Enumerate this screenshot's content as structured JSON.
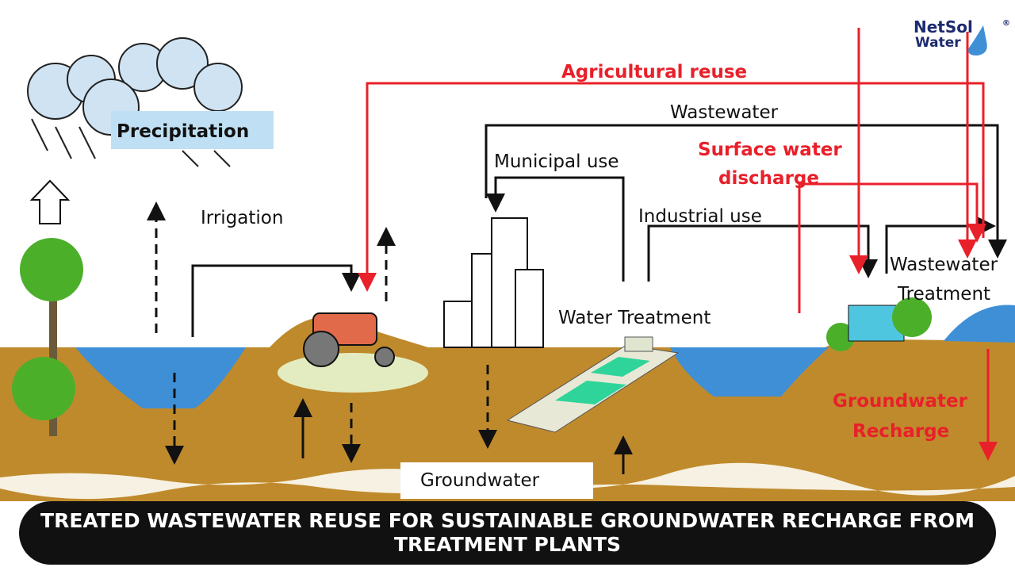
{
  "logo": {
    "line1": "NetSol",
    "line2": "Water",
    "mark": "®"
  },
  "labels": {
    "precipitation": "Precipitation",
    "irrigation": "Irrigation",
    "agricultural_reuse": "Agricultural reuse",
    "wastewater": "Wastewater",
    "municipal_use": "Municipal use",
    "surface_water_discharge_1": "Surface water",
    "surface_water_discharge_2": "discharge",
    "industrial_use": "Industrial use",
    "wastewater_treatment_1": "Wastewater",
    "wastewater_treatment_2": "Treatment",
    "water_treatment": "Water Treatment",
    "groundwater_recharge_1": "Groundwater",
    "groundwater_recharge_2": "Recharge",
    "groundwater": "Groundwater"
  },
  "caption": {
    "line1": "TREATED WASTEWATER REUSE FOR SUSTAINABLE GROUNDWATER RECHARGE FROM",
    "line2": "TREATMENT PLANTS"
  },
  "colors": {
    "ground": "#bf8a2c",
    "water": "#3f8fd6",
    "red": "#e8202a",
    "caption_bg": "#111111"
  }
}
